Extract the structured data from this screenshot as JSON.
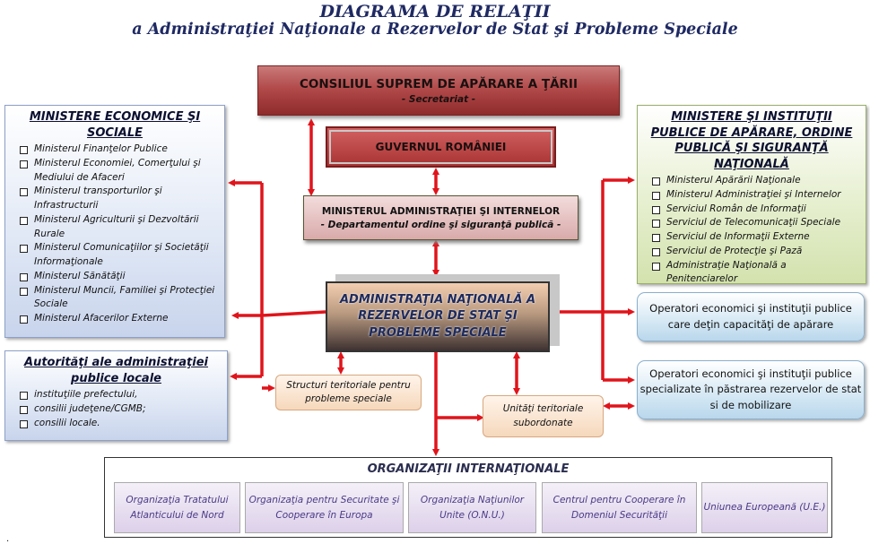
{
  "header": {
    "title": "DIAGRAMA DE RELAŢII",
    "subtitle": "a Administraţiei Naţionale a Rezervelor de Stat şi Probleme Speciale"
  },
  "csat": {
    "title": "CONSILIUL SUPREM DE APĂRARE A ŢĂRII",
    "subtitle": "- Secretariat -"
  },
  "guvern": {
    "title": "GUVERNUL ROMÂNIEI"
  },
  "mai": {
    "title": "MINISTERUL ADMINISTRAŢIEI ŞI INTERNELOR",
    "subtitle": "- Departamentul  ordine  şi siguranţă  publică  -"
  },
  "anrs": {
    "title": "ADMINISTRAŢIA NAŢIONALĂ A REZERVELOR DE STAT ŞI PROBLEME SPECIALE"
  },
  "ministere_economice": {
    "title": "MINISTERE ECONOMICE ŞI SOCIALE",
    "items": [
      "Ministerul Finanţelor Publice",
      "Ministerul Economiei, Comerţului şi Mediului de Afaceri",
      "Ministerul transporturilor şi Infrastructurii",
      "Ministerul Agriculturii şi Dezvoltării Rurale",
      "Ministerul Comunicaţiilor şi Societăţii Informaţionale",
      "Ministerul Sănătăţii",
      "Ministerul Muncii, Familiei şi Protecţiei Sociale",
      "Ministerul Afacerilor Externe"
    ]
  },
  "autoritati": {
    "title": "Autorităţi ale administraţiei publice locale",
    "items": [
      "instituţiile prefectului,",
      "consilii judeţene/CGMB;",
      "consilii locale."
    ]
  },
  "ministere_aparare": {
    "title": "MINISTERE ŞI INSTITUŢII PUBLICE DE APĂRARE, ORDINE PUBLICĂ ŞI SIGURANŢĂ NAŢIONALĂ",
    "items": [
      "Ministerul Apărării Naţionale",
      "Ministerul Administraţiei şi Internelor",
      "Serviciul Român de Informaţii",
      "Serviciul de Telecomunicaţii  Speciale",
      "Serviciul de Informaţii Externe",
      "Serviciul de Protecţie  şi Pază",
      "Administraţie Naţională a Penitenciarelor"
    ]
  },
  "operatori1": {
    "text": "Operatori economici şi instituţii publice care deţin capacităţi de apărare"
  },
  "operatori2": {
    "text": "Operatori economici şi instituţii publice specializate în păstrarea rezervelor de stat si de mobilizare"
  },
  "structuri": {
    "text": "Structuri teritoriale pentru probleme speciale"
  },
  "unitati": {
    "text": "Unităţi teritoriale subordonate"
  },
  "organizatii": {
    "title": "ORGANIZAŢII INTERNAŢIONALE",
    "items": [
      "Organizaţia Tratatului Atlanticului de Nord",
      "Organizaţia pentru Securitate şi Cooperare în Europa",
      "Organizaţia Naţiunilor Unite (O.N.U.)",
      "Centrul pentru Cooperare în Domeniul Securităţii",
      "Uniunea Europeană (U.E.)"
    ]
  },
  "footnote": ".",
  "colors": {
    "arrow": "#e0141b",
    "title": "#1f2a63",
    "anrs_text": "#1e2a5c"
  }
}
